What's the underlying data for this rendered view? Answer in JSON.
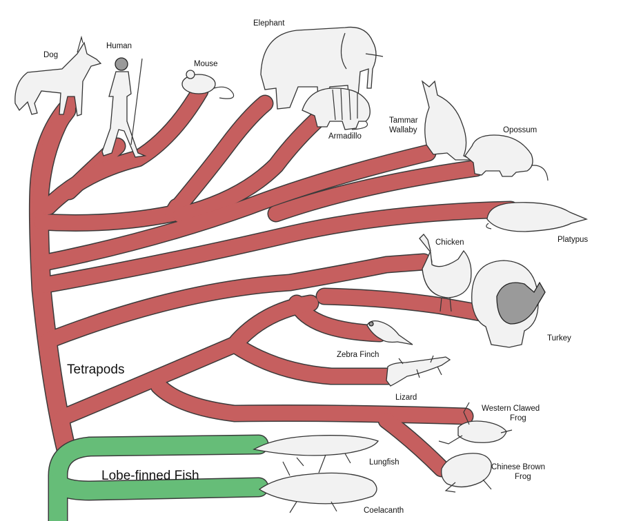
{
  "colors": {
    "tetrapod_branch": "#c65f5f",
    "fish_branch": "#66bd78",
    "outline": "#3a3a3a",
    "background": "#ffffff"
  },
  "groups": {
    "tetrapods": "Tetrapods",
    "lobe_finned_fish": "Lobe-finned Fish"
  },
  "taxa": {
    "dog": "Dog",
    "human": "Human",
    "mouse": "Mouse",
    "elephant": "Elephant",
    "armadillo": "Armadillo",
    "tammar_wallaby": "Tammar Wallaby",
    "opossum": "Opossum",
    "platypus": "Platypus",
    "chicken": "Chicken",
    "turkey": "Turkey",
    "zebra_finch": "Zebra Finch",
    "lizard": "Lizard",
    "western_clawed_frog": "Western Clawed Frog",
    "chinese_brown_frog": "Chinese Brown Frog",
    "lungfish": "Lungfish",
    "coelacanth": "Coelacanth"
  }
}
